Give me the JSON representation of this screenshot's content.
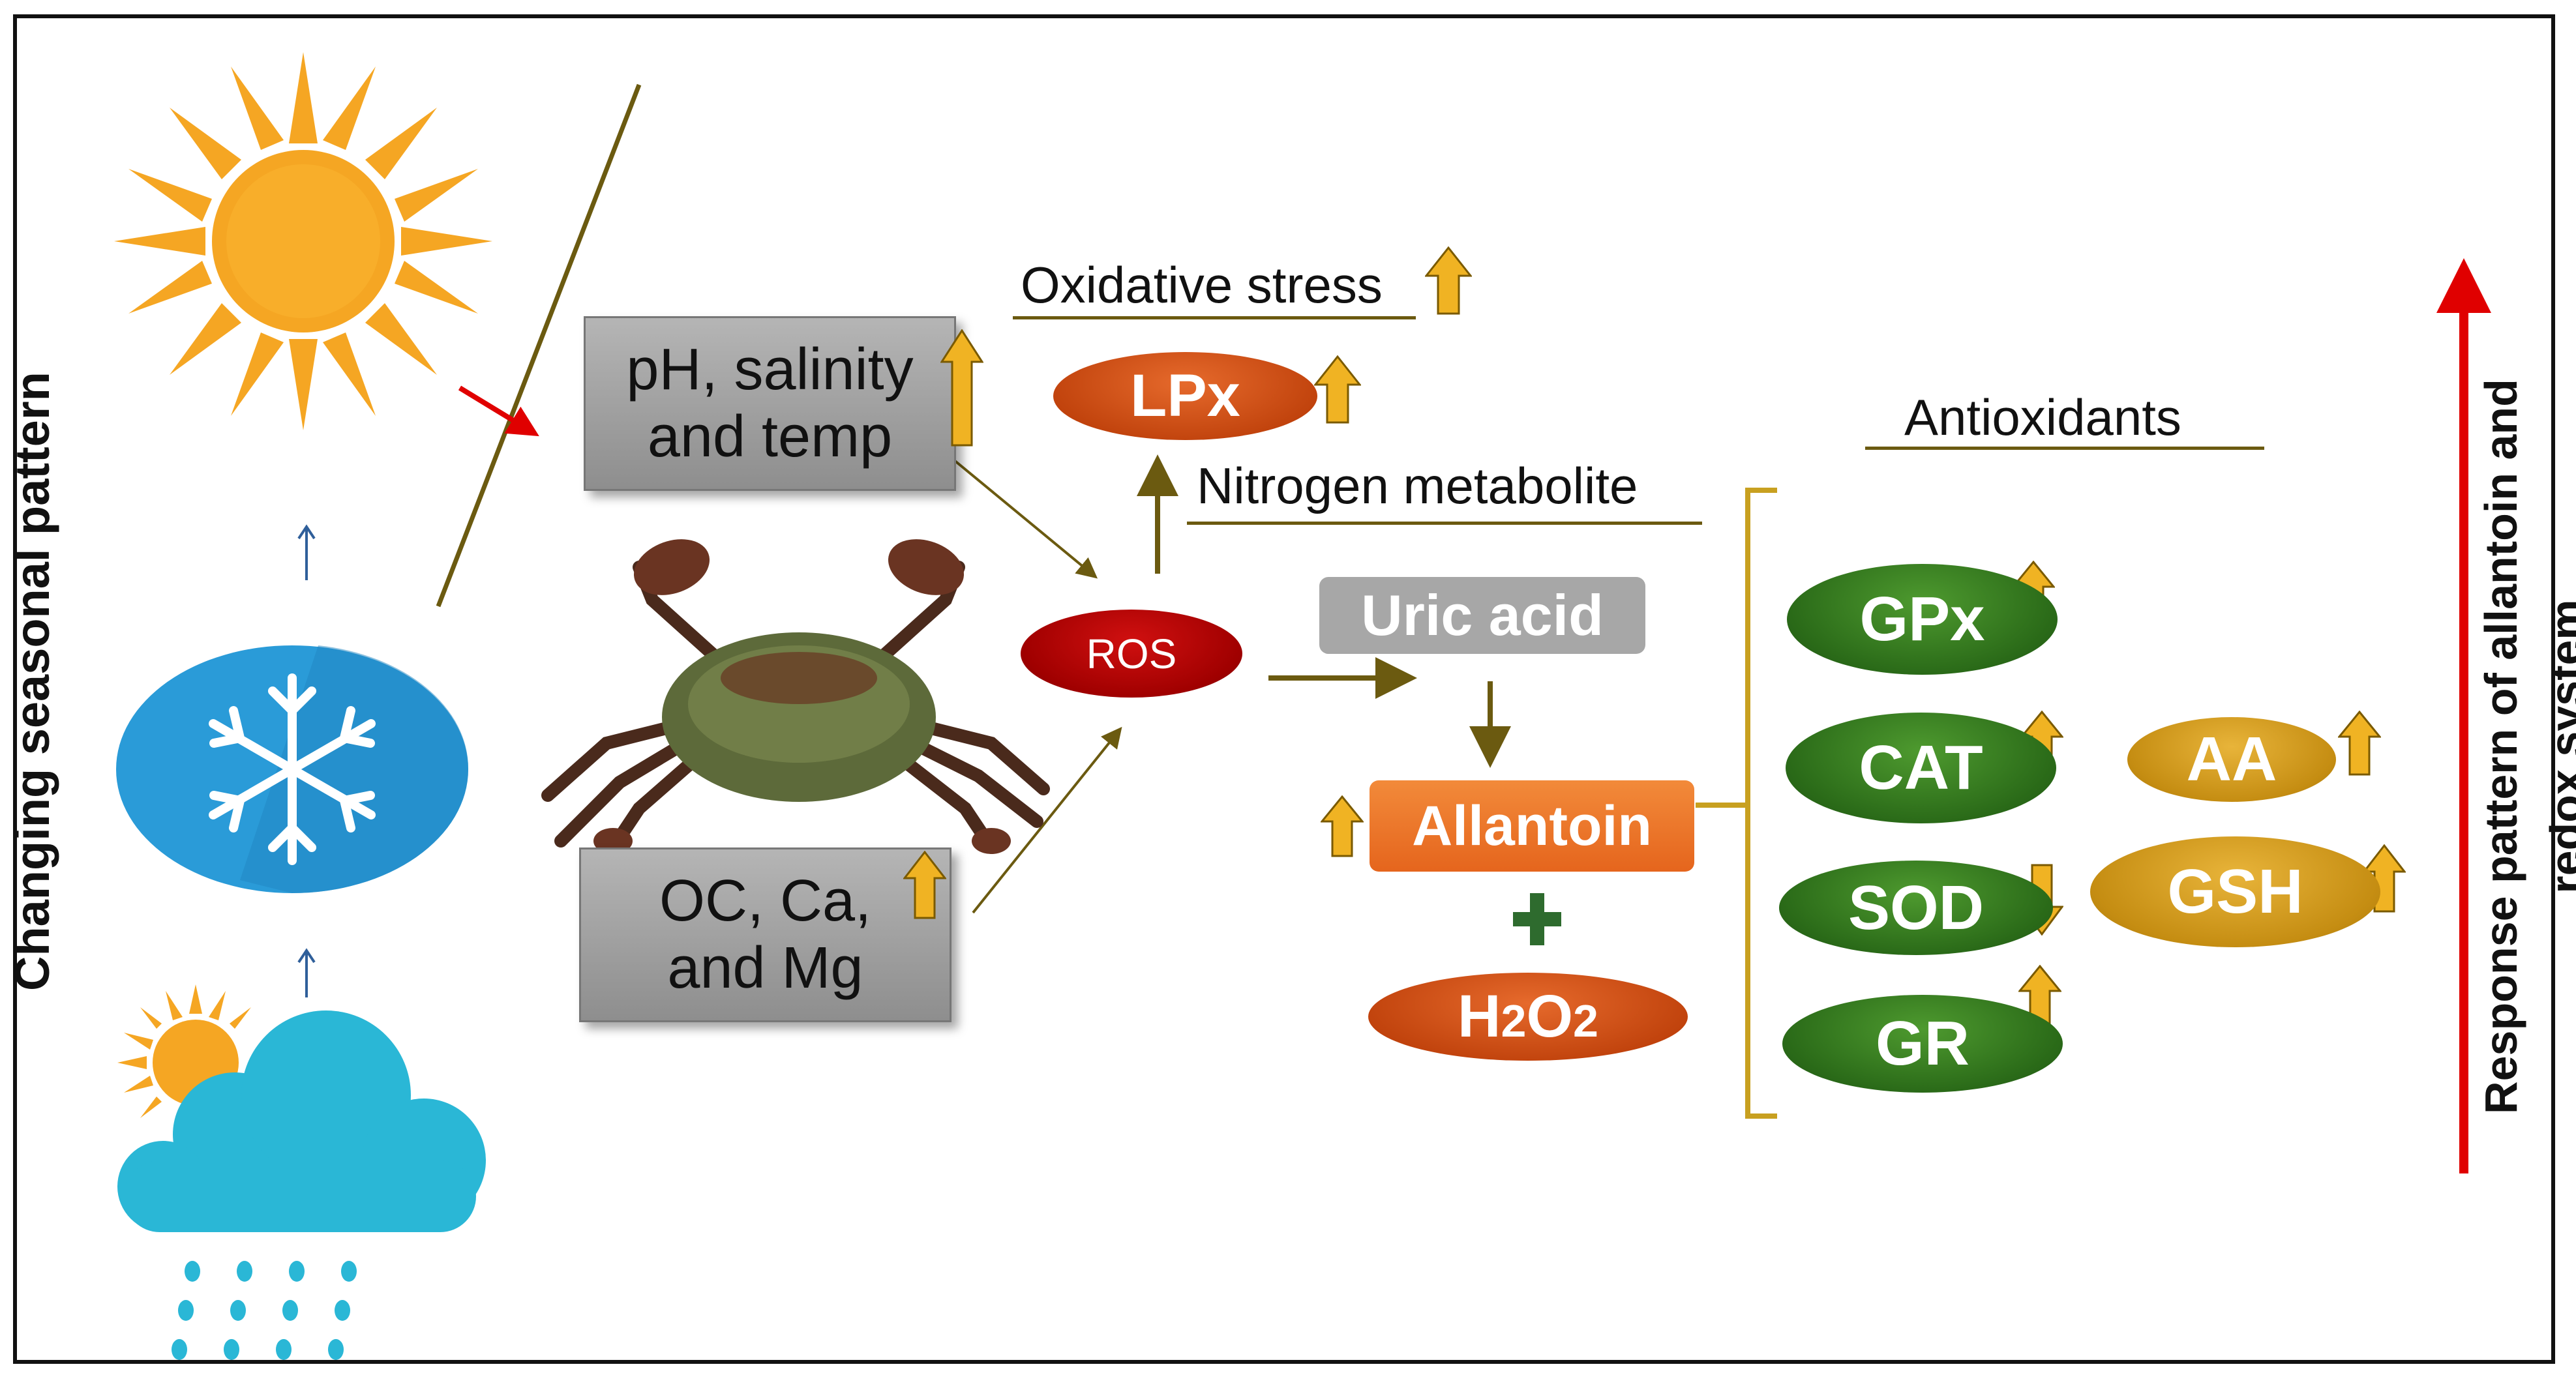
{
  "left_axis_label": "Changing seasonal pattern",
  "right_axis_label_line1": "Response pattern of allantoin and",
  "right_axis_label_line2": "redox system",
  "box_physical": {
    "line1": "pH, salinity",
    "line2": "and temp"
  },
  "box_ions": {
    "line1": "OC, Ca,",
    "line2": "and Mg"
  },
  "ros": "ROS",
  "oxidative_stress": "Oxidative stress",
  "lpx": "LPx",
  "nitrogen_metabolite": "Nitrogen metabolite",
  "uric_acid": "Uric acid",
  "allantoin": "Allantoin",
  "plus": "+",
  "h2o2": {
    "main": "H",
    "sub1": "2",
    "mid": "O",
    "sub2": "2"
  },
  "antioxidants": "Antioxidants",
  "enzymes": [
    {
      "label": "GPx",
      "trend": "up"
    },
    {
      "label": "CAT",
      "trend": "up"
    },
    {
      "label": "SOD",
      "trend": "down"
    },
    {
      "label": "GR",
      "trend": "up"
    }
  ],
  "non_enzymatic": [
    {
      "label": "AA",
      "trend": "up"
    },
    {
      "label": "GSH",
      "trend": "up"
    }
  ],
  "colors": {
    "arrow_up_fill": "#f0b323",
    "red_arrow": "#e00000",
    "brown_line": "#6b5a10",
    "sky_blue": "#2a9bd8",
    "cloud": "#2ab7d6"
  }
}
